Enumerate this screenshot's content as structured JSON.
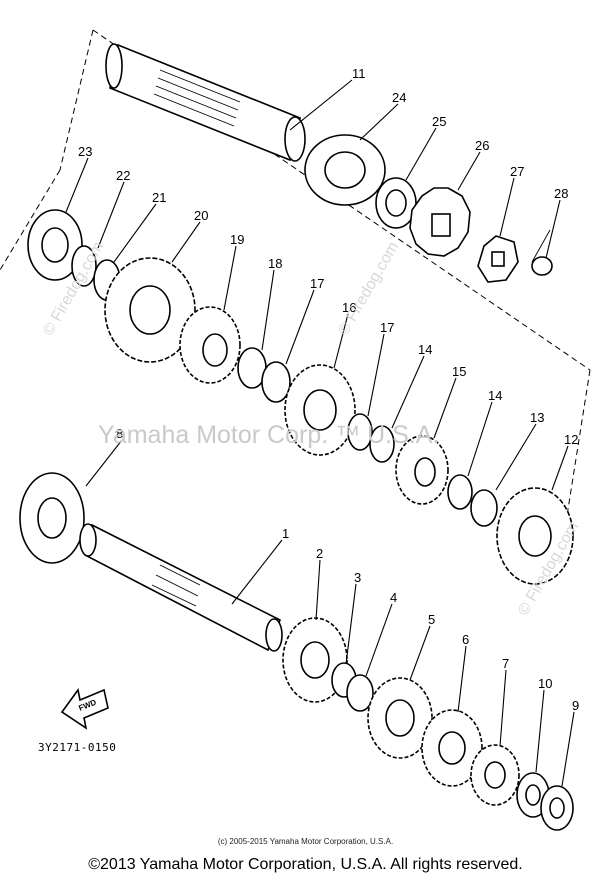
{
  "diagram": {
    "ref_code": "3Y2171-0150",
    "fwd_label": "FWD",
    "watermark_center": "Yamaha Motor Corp. ™ U.S.A.",
    "watermark_site": "© Firedog.com",
    "copyright_small": "(c) 2005-2015 Yamaha Motor Corporation, U.S.A.",
    "copyright_main": "©2013 Yamaha Motor Corporation, U.S.A. All rights reserved.",
    "parts": [
      {
        "id": "p1",
        "label": "1"
      },
      {
        "id": "p2",
        "label": "2"
      },
      {
        "id": "p3",
        "label": "3"
      },
      {
        "id": "p4",
        "label": "4"
      },
      {
        "id": "p5",
        "label": "5"
      },
      {
        "id": "p6",
        "label": "6"
      },
      {
        "id": "p7a",
        "label": "7"
      },
      {
        "id": "p8",
        "label": "8"
      },
      {
        "id": "p9",
        "label": "9"
      },
      {
        "id": "p10",
        "label": "10"
      },
      {
        "id": "p11",
        "label": "11"
      },
      {
        "id": "p12",
        "label": "12"
      },
      {
        "id": "p13",
        "label": "13"
      },
      {
        "id": "p14a",
        "label": "14"
      },
      {
        "id": "p14b",
        "label": "14"
      },
      {
        "id": "p15",
        "label": "15"
      },
      {
        "id": "p16",
        "label": "16"
      },
      {
        "id": "p17a",
        "label": "17"
      },
      {
        "id": "p17b",
        "label": "17"
      },
      {
        "id": "p18",
        "label": "18"
      },
      {
        "id": "p19",
        "label": "19"
      },
      {
        "id": "p20",
        "label": "20"
      },
      {
        "id": "p21",
        "label": "21"
      },
      {
        "id": "p22",
        "label": "22"
      },
      {
        "id": "p23",
        "label": "23"
      },
      {
        "id": "p24",
        "label": "24"
      },
      {
        "id": "p25",
        "label": "25"
      },
      {
        "id": "p26",
        "label": "26"
      },
      {
        "id": "p27",
        "label": "27"
      },
      {
        "id": "p28",
        "label": "28"
      }
    ]
  }
}
